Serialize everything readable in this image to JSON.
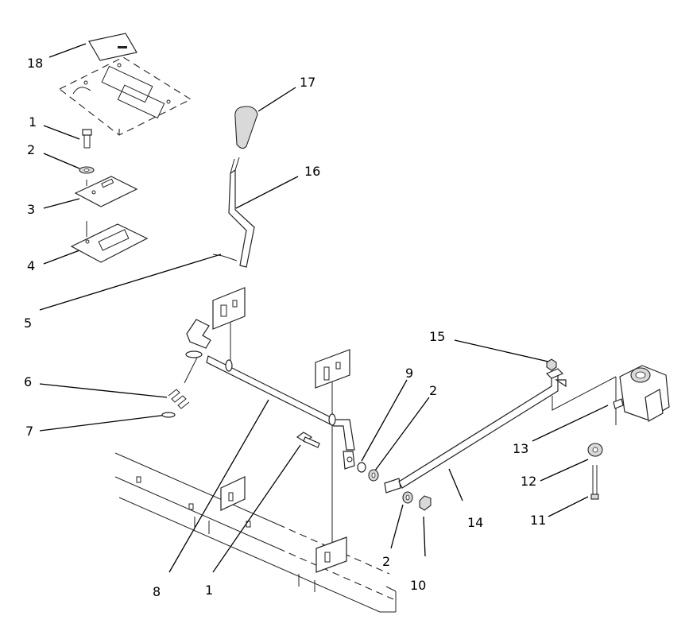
{
  "callouts": {
    "c18": "18",
    "c17": "17",
    "c16": "16",
    "c15": "15",
    "c14": "14",
    "c13": "13",
    "c12": "12",
    "c11": "11",
    "c10": "10",
    "c9": "9",
    "c8": "8",
    "c7": "7",
    "c6": "6",
    "c5": "5",
    "c4": "4",
    "c3": "3",
    "c2a": "2",
    "c2b": "2",
    "c2c": "2",
    "c1a": "1",
    "c1b": "1"
  }
}
